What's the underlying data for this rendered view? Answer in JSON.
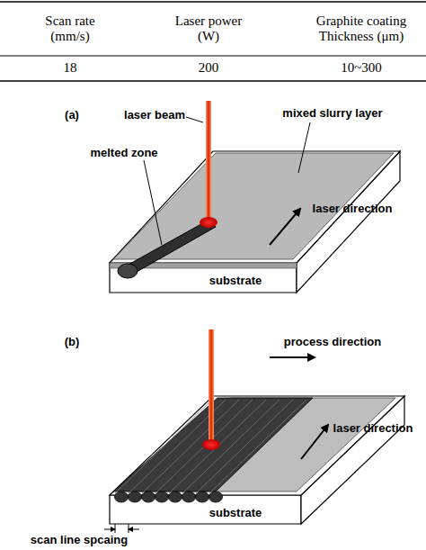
{
  "diagram": {
    "labels": [
      "Scan rate (mm/s)",
      "Laser power (W)",
      "Graphite coating Thickness (μm)",
      "18",
      "200",
      "10~300",
      "(a)",
      "laser beam",
      "mixed slurry layer",
      "melted zone",
      "laser direction",
      "substrate",
      "(b)",
      "process direction",
      "laser direction",
      "substrate",
      "scan line spcaing"
    ]
  }
}
